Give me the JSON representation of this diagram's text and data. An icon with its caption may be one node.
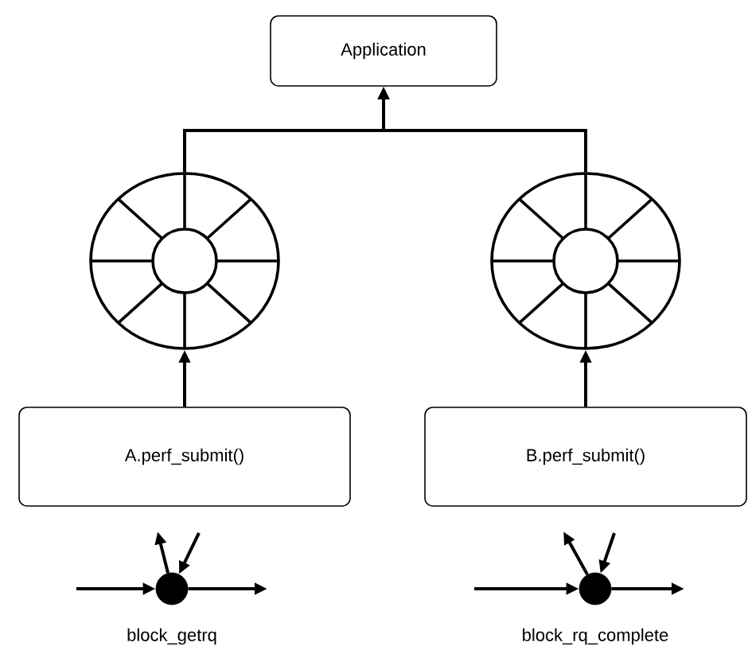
{
  "diagram": {
    "nodes": [
      {
        "text": [
          "Application"
        ]
      },
      {
        "text": [],
        "shape": "circle"
      },
      {
        "text": [],
        "shape": "circle"
      },
      {
        "text": [
          "A.perf_submit()"
        ]
      },
      {
        "text": [
          "B.perf_submit()"
        ]
      },
      {
        "text": [],
        "shape": "circle",
        "beside": [
          "block_getrq"
        ]
      },
      {
        "text": [],
        "shape": "circle",
        "beside": [
          "block_rq_complete"
        ]
      }
    ],
    "edges": [
      {
        "from": 1,
        "to": 0,
        "arrow": "to"
      },
      {
        "from": 2,
        "to": 0,
        "arrow": "to"
      },
      {
        "from": 3,
        "to": 1,
        "arrow": "to"
      },
      {
        "from": 4,
        "to": 2,
        "arrow": "to"
      },
      {
        "from": null,
        "to": 5,
        "arrow": "to"
      },
      {
        "from": 5,
        "to": null,
        "arrow": "to"
      },
      {
        "from": 5,
        "to": null,
        "arrow": "to"
      },
      {
        "from": null,
        "to": 5,
        "arrow": "to"
      },
      {
        "from": null,
        "to": 6,
        "arrow": "to"
      },
      {
        "from": 6,
        "to": null,
        "arrow": "to"
      },
      {
        "from": 6,
        "to": null,
        "arrow": "to"
      },
      {
        "from": null,
        "to": 6,
        "arrow": "to"
      }
    ]
  }
}
